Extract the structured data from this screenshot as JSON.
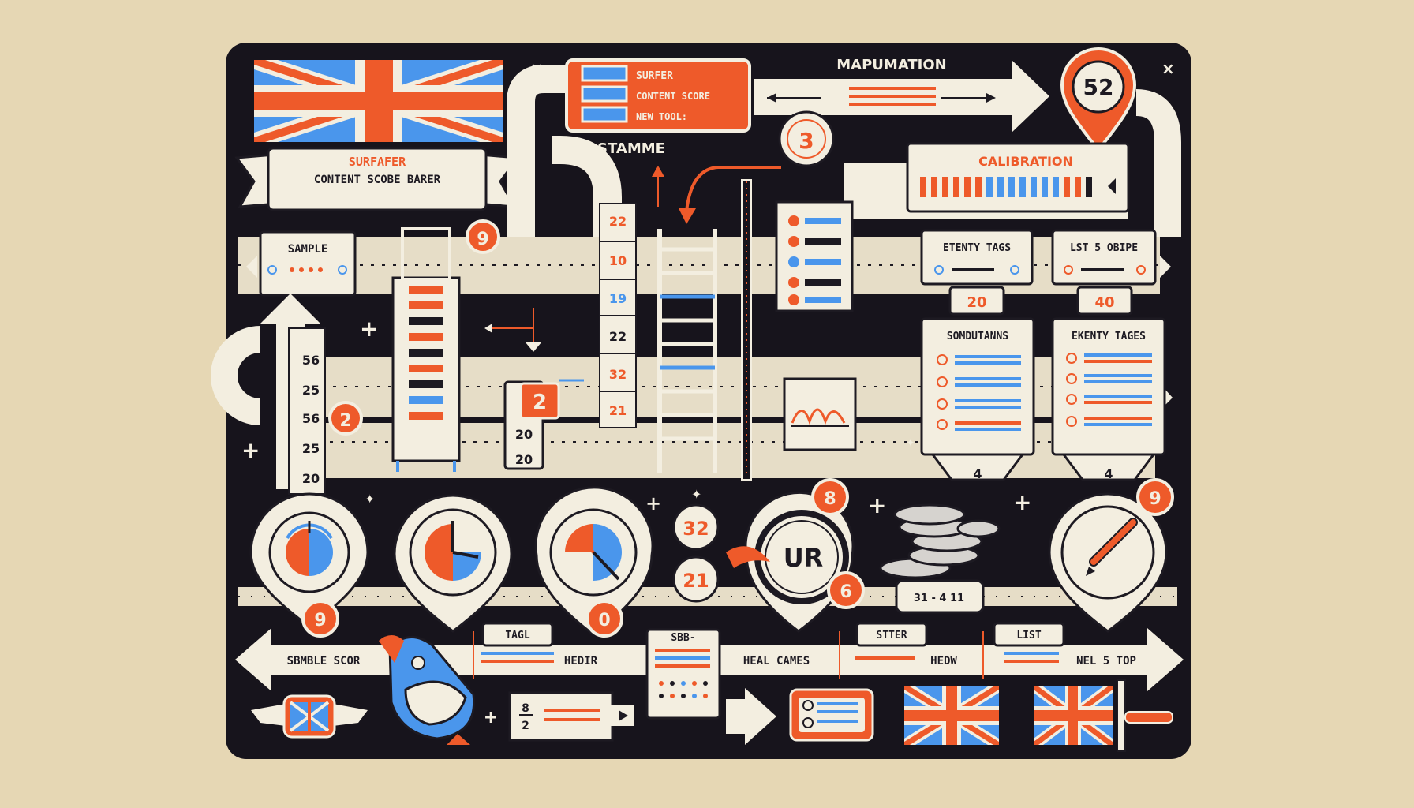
{
  "palette": {
    "background": "#e6d7b4",
    "board": "#17141c",
    "cream": "#f3eee0",
    "orange": "#ee5a2a",
    "blue": "#4a96ec",
    "dark": "#1d1a22"
  },
  "top_card": {
    "line1": "SURFER",
    "line2": "CONTENT SCORE",
    "line3": "NEW TOOL:"
  },
  "top_label": "MAPUMATION",
  "pin_top_number": "52",
  "stamme_label": "STAMME",
  "circle_number_top": "3",
  "calibration": {
    "title": "CALIBRATION"
  },
  "banner": {
    "line1": "SURFAFER",
    "line2": "CONTENT SCOBE BARER"
  },
  "sample_card": {
    "title": "SAMPLE"
  },
  "badges": {
    "left_top": "9",
    "left_mid": "2",
    "center": "2",
    "gauge_left": "9",
    "gauge_mid": "0",
    "disc_top": "8",
    "disc_bottom": "6",
    "pen": "9"
  },
  "column_numbers": [
    "22",
    "10",
    "19",
    "22",
    "32",
    "21"
  ],
  "left_column_numbers": [
    "56",
    "25",
    "56",
    "25",
    "20"
  ],
  "small_numbers": [
    "20",
    "20"
  ],
  "right_tags": {
    "card1_title": "ETENTY TAGS",
    "card2_title": "LST 5 OBIPE",
    "card1_value": "20",
    "card2_value": "40",
    "card3_title": "SOMDUTANNS",
    "card4_title": "EKENTY TAGES",
    "card3_foot": "4",
    "card4_foot": "4"
  },
  "bubble_numbers": {
    "top": "32",
    "bottom": "21"
  },
  "disc_label": "UR",
  "coins_label": "31 - 4 11",
  "bottom_tabs": {
    "tagl": "TAGL",
    "sbb": "SBB-",
    "stter": "STTER",
    "list": "LIST"
  },
  "bottom_texts": {
    "sample_scor": "SBMBLE SCOR",
    "hedir": "HEDIR",
    "heal_cames": "HEAL CAMES",
    "hedw": "HEDW",
    "nel5top": "NEL 5 TOP"
  },
  "bottom_small": {
    "plus": "+",
    "frac_top": "8",
    "frac_bottom": "2"
  }
}
